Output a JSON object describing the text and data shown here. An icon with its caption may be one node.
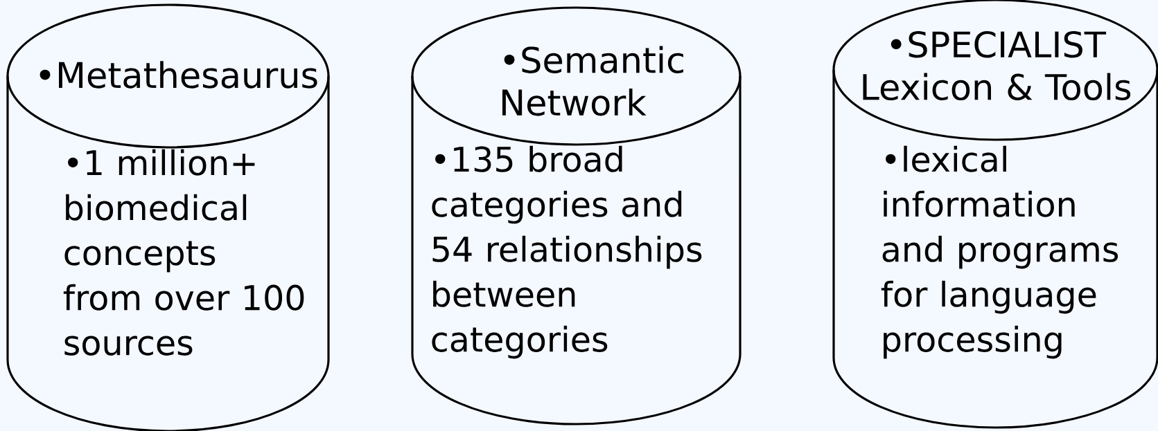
{
  "diagram": {
    "nodes": [
      {
        "text": [
          "•Metathesaurus",
          "•1 million+ biomedical concepts from over 100 sources"
        ]
      },
      {
        "text": [
          "•Semantic Network",
          "•135 broad categories and 54 relationships between categories"
        ]
      },
      {
        "text": [
          "•SPECIALIST Lexicon & Tools",
          "•lexical information and programs for language processing"
        ]
      }
    ]
  }
}
